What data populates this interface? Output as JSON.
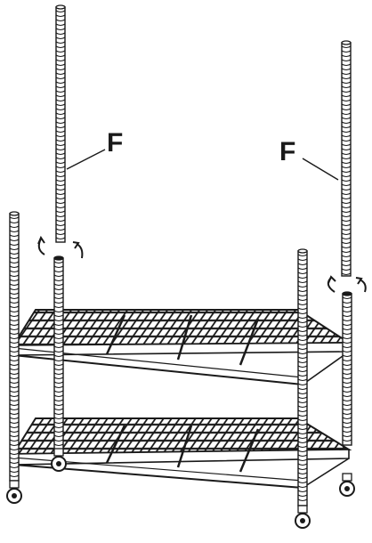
{
  "figure": {
    "labels": {
      "left": "F",
      "right": "F"
    },
    "parts": {
      "poles_installed": 4,
      "poles_being_attached": 2,
      "shelves": 2,
      "casters": 4
    },
    "rotation_arrows": [
      "curved-arrow-left",
      "curved-arrow-right"
    ],
    "colors": {
      "line": "#1a1a1a",
      "background": "#ffffff"
    }
  }
}
